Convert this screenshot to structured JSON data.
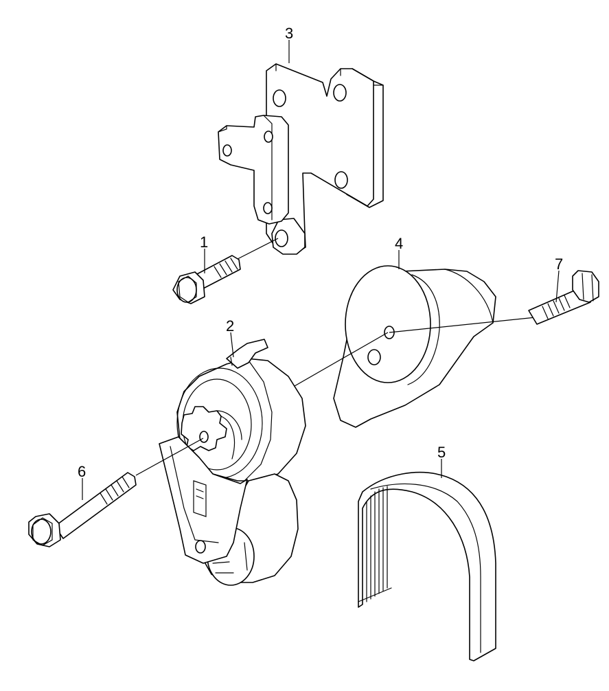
{
  "diagram": {
    "callouts": [
      {
        "id": "3",
        "label": "3"
      },
      {
        "id": "1",
        "label": "1"
      },
      {
        "id": "4",
        "label": "4"
      },
      {
        "id": "7",
        "label": "7"
      },
      {
        "id": "2",
        "label": "2"
      },
      {
        "id": "6",
        "label": "6"
      },
      {
        "id": "5",
        "label": "5"
      }
    ],
    "colors": {
      "line": "#000000",
      "background": "#ffffff"
    }
  }
}
